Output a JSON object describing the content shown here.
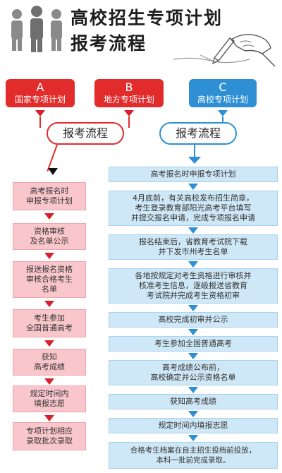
{
  "header": {
    "title_line1": "高校招生专项计划",
    "title_line2": "报考流程"
  },
  "categories": [
    {
      "letter": "A",
      "label": "国家专项计划"
    },
    {
      "letter": "B",
      "label": "地方专项计划"
    },
    {
      "letter": "C",
      "label": "高校专项计划"
    }
  ],
  "left_flow": {
    "label": "报考流程",
    "steps": [
      "高考报名时\n申报专项计划",
      "资格审核\n及名单公示",
      "报送报名资格\n审核合格考生\n名单",
      "考生参加\n全国普通高考",
      "获知\n高考成绩",
      "规定时间内\n填报志愿",
      "专项计划相应\n录取批次录取"
    ]
  },
  "right_flow": {
    "label": "报考流程",
    "steps": [
      "高考报名时申报专项计划",
      "4月底前，有关高校发布招生简章，\n考生登录教育部阳光高考平台填写\n并提交报名申请，完成专项报名申请",
      "报名结束后，省教育考试院下载\n并下发市州考生名单",
      "各地按规定对考生资格进行审核并\n核准考生信息，逐级报送省教育\n考试院并完成考生资格初审",
      "高校完成初审并公示",
      "考生参加全国普通高考",
      "高考成绩公布前，\n高校确定并公示资格名单",
      "获知高考成绩",
      "规定时间内填报志愿",
      "合格考生档案在自主招生投档前投放，\n本科一批前完成录取。"
    ]
  },
  "colors": {
    "red": "#e22c2c",
    "blue": "#2f8fd4",
    "pink_box": "#f9c6cb",
    "light_blue_box": "#cfe8f7"
  },
  "icons": [
    "people-group-icon",
    "hand-writing-pen-icon"
  ]
}
